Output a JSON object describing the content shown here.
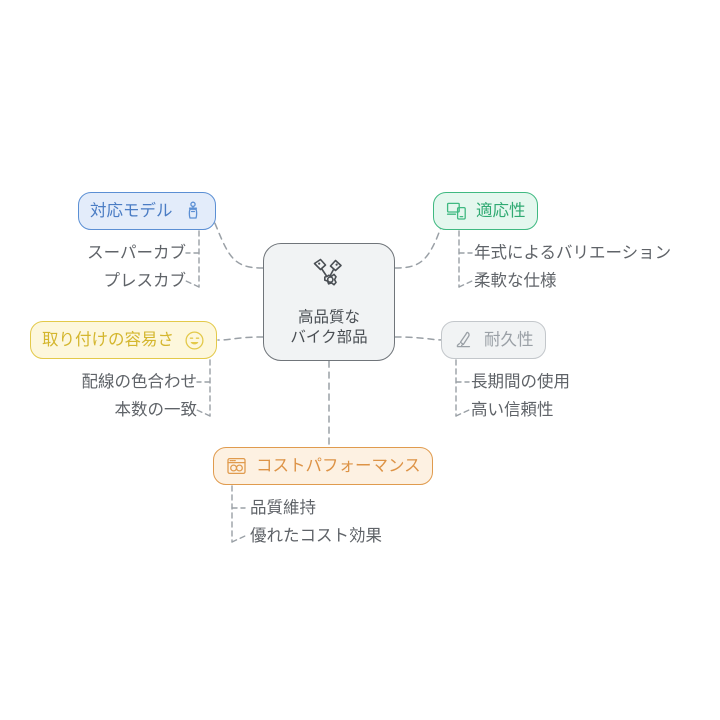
{
  "diagram": {
    "type": "mind-map",
    "background": "#ffffff",
    "center": {
      "label": "高品質な\nバイク部品",
      "icon": "engine-parts-icon",
      "border_color": "#70757a",
      "fill_color": "#f1f3f4"
    },
    "branches": [
      {
        "id": "compatible-models",
        "label": "対応モデル",
        "icon": "scooter-icon",
        "color": "#4a7cc4",
        "border_color": "#5b8fd4",
        "fill_color": "#e3ecfa",
        "side": "left",
        "children": [
          "スーパーカブ",
          "プレスカブ"
        ]
      },
      {
        "id": "adaptability",
        "label": "適応性",
        "icon": "responsive-devices-icon",
        "color": "#2faa72",
        "border_color": "#3fb981",
        "fill_color": "#e4f7ee",
        "side": "right",
        "children": [
          "年式によるバリエーション",
          "柔軟な仕様"
        ]
      },
      {
        "id": "ease-of-installation",
        "label": "取り付けの容易さ",
        "icon": "smiley-face-icon",
        "color": "#d4b62e",
        "border_color": "#e3c94a",
        "fill_color": "#fdf7dc",
        "side": "left",
        "children": [
          "配線の色合わせ",
          "本数の一致"
        ]
      },
      {
        "id": "durability",
        "label": "耐久性",
        "icon": "iron-press-icon",
        "color": "#9aa0a6",
        "border_color": "#c3c7cb",
        "fill_color": "#f1f3f4",
        "side": "right",
        "children": [
          "長期間の使用",
          "高い信頼性"
        ]
      },
      {
        "id": "cost-performance",
        "label": "コストパフォーマンス",
        "icon": "browser-window-icon",
        "color": "#dd9346",
        "border_color": "#e09b4e",
        "fill_color": "#fdf1e2",
        "side": "bottom",
        "children": [
          "品質維持",
          "優れたコスト効果"
        ]
      }
    ]
  }
}
